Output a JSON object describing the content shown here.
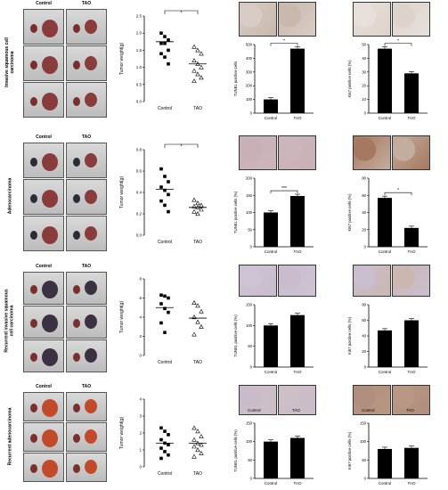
{
  "photo_headers": {
    "control": "Control",
    "tao": "TAO"
  },
  "rows": [
    {
      "label": "Invasive squamous cell\ncarcinoma",
      "photo_hdr": true,
      "tumor": {
        "ylabel": "Tumor weight(g)",
        "yticks": [
          "0.0",
          "0.5",
          "1.0",
          "1.5",
          "2.0",
          "2.5"
        ],
        "ymax": 2.5,
        "control": [
          2.0,
          1.9,
          1.8,
          1.7,
          1.7,
          1.5,
          1.4,
          1.3,
          1.1
        ],
        "tao": [
          1.6,
          1.5,
          1.4,
          1.2,
          1.1,
          1.0,
          0.9,
          0.8,
          0.7,
          0.6
        ],
        "mean_c": 1.75,
        "mean_t": 1.1,
        "sig": "*",
        "categories": [
          "Control",
          "TAO"
        ]
      },
      "tunel": {
        "ylabel": "TUNEL positive cells",
        "yticks": [
          "0",
          "100",
          "200",
          "300",
          "400",
          "500"
        ],
        "ymax": 500,
        "values": [
          100,
          470
        ],
        "sig": "*",
        "categories": [
          "Control",
          "TAO"
        ]
      },
      "ki67": {
        "ylabel": "Ki67 positive cells (%)",
        "yticks": [
          "0",
          "10",
          "20",
          "30",
          "40",
          "50"
        ],
        "ymax": 50,
        "values": [
          47,
          29
        ],
        "sig": "*",
        "categories": [
          "Control",
          "TAO"
        ]
      }
    },
    {
      "label": "Adenocarcinoma",
      "photo_hdr": true,
      "tumor": {
        "ylabel": "Tumor weight(g)",
        "yticks": [
          "0.0",
          "0.2",
          "0.4",
          "0.6",
          "0.8"
        ],
        "ymax": 0.8,
        "control": [
          0.62,
          0.55,
          0.5,
          0.45,
          0.42,
          0.38,
          0.32,
          0.28,
          0.22
        ],
        "tao": [
          0.33,
          0.3,
          0.28,
          0.27,
          0.26,
          0.24,
          0.22,
          0.2
        ],
        "mean_c": 0.43,
        "mean_t": 0.26,
        "sig": "*",
        "categories": [
          "Control",
          "TAO"
        ]
      },
      "tunel": {
        "ylabel": "TUNEL positive cells (%)",
        "yticks": [
          "0",
          "50",
          "100",
          "150",
          "200"
        ],
        "ymax": 200,
        "values": [
          100,
          148
        ],
        "sig": "***",
        "categories": [
          "Control",
          "TAO"
        ]
      },
      "ki67": {
        "ylabel": "Ki67 positive cells (%)",
        "yticks": [
          "0",
          "20",
          "40",
          "60",
          "80"
        ],
        "ymax": 80,
        "values": [
          57,
          22
        ],
        "sig": "*",
        "categories": [
          "Control",
          "TAO"
        ]
      }
    },
    {
      "label": "Recurrent invasive squamous\ncell carcinoma",
      "photo_hdr": true,
      "tumor": {
        "ylabel": "Tumor weight(g)",
        "yticks": [
          "0",
          "2",
          "4",
          "6",
          "8"
        ],
        "ymax": 8,
        "control": [
          6.3,
          6.2,
          6.0,
          5.4,
          4.9,
          4.5,
          3.4,
          2.4
        ],
        "tao": [
          5.5,
          5.2,
          4.6,
          4.0,
          3.5,
          3.0,
          2.2
        ],
        "mean_c": 5.0,
        "mean_t": 3.9,
        "sig": "",
        "categories": [
          "Control",
          "TAO"
        ]
      },
      "tunel": {
        "ylabel": "TUNEL positive cells (%)",
        "yticks": [
          "0",
          "50",
          "100",
          "150"
        ],
        "ymax": 150,
        "values": [
          100,
          125
        ],
        "sig": "",
        "categories": [
          "Control",
          "TAO"
        ]
      },
      "ki67": {
        "ylabel": "Ki67 positive cells (%)",
        "yticks": [
          "0",
          "20",
          "40",
          "60",
          "80"
        ],
        "ymax": 80,
        "values": [
          47,
          60
        ],
        "sig": "",
        "categories": [
          "Control",
          "TAO"
        ]
      }
    },
    {
      "label": "Recurrent adenocarcinoma",
      "photo_hdr": true,
      "tumor": {
        "ylabel": "Tumor weight(g)",
        "yticks": [
          "0",
          "1",
          "2",
          "3",
          "4"
        ],
        "ymax": 4,
        "control": [
          2.3,
          2.1,
          1.9,
          1.6,
          1.4,
          1.3,
          1.1,
          0.9,
          0.7,
          0.5
        ],
        "tao": [
          2.3,
          2.1,
          1.8,
          1.6,
          1.4,
          1.3,
          1.2,
          1.0,
          0.8,
          0.6
        ],
        "mean_c": 1.4,
        "mean_t": 1.4,
        "sig": "",
        "categories": [
          "Control",
          "TAO"
        ]
      },
      "tunel": {
        "ylabel": "TUNEL positive cells (%)",
        "yticks": [
          "0",
          "50",
          "100",
          "150"
        ],
        "ymax": 150,
        "values": [
          100,
          110
        ],
        "sig": "",
        "categories": [
          "Control",
          "TAO"
        ]
      },
      "ki67": {
        "ylabel": "Ki67 positive cells (%)",
        "yticks": [
          "0",
          "50",
          "100",
          "150"
        ],
        "ymax": 150,
        "values": [
          80,
          83
        ],
        "sig": "",
        "categories": [
          "Control",
          "TAO"
        ]
      }
    }
  ],
  "ihc_labels": {
    "control": "Control",
    "tao": "TAO"
  }
}
